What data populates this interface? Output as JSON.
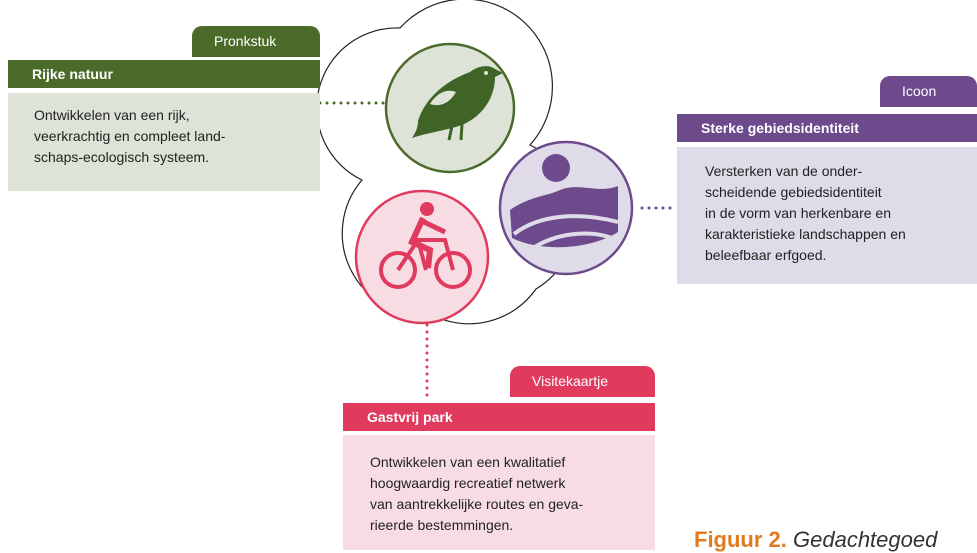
{
  "colors": {
    "green": "#4a6b2a",
    "green_light": "#dde3d6",
    "purple": "#6c4a8c",
    "purple_light": "#e0dbe8",
    "pink": "#e03a5e",
    "pink_light": "#f7dde3",
    "caption_accent": "#e07b1f"
  },
  "nature": {
    "tag": "Pronkstuk",
    "title": "Rijke natuur",
    "text": "Ontwikkelen van een rijk,\nveerkrachtig en compleet land-\nschaps-ecologisch systeem.",
    "icon": "bird-icon"
  },
  "identity": {
    "tag": "Icoon",
    "title": "Sterke gebiedsidentiteit",
    "text": "Versterken van de onder-\nscheidende gebiedsidentiteit\nin de vorm van herkenbare en\nkarakteristieke landschappen en\nbeleefbaar erfgoed.",
    "icon": "landscape-icon"
  },
  "park": {
    "tag": "Visitekaartje",
    "title": "Gastvrij park",
    "text": "Ontwikkelen van een kwalitatief\nhoogwaardig recreatief netwerk\nvan aantrekkelijke routes en geva-\nrieerde bestemmingen.",
    "icon": "cyclist-icon"
  },
  "caption": {
    "number": "Figuur 2.",
    "text": " Gedachtegoed"
  }
}
